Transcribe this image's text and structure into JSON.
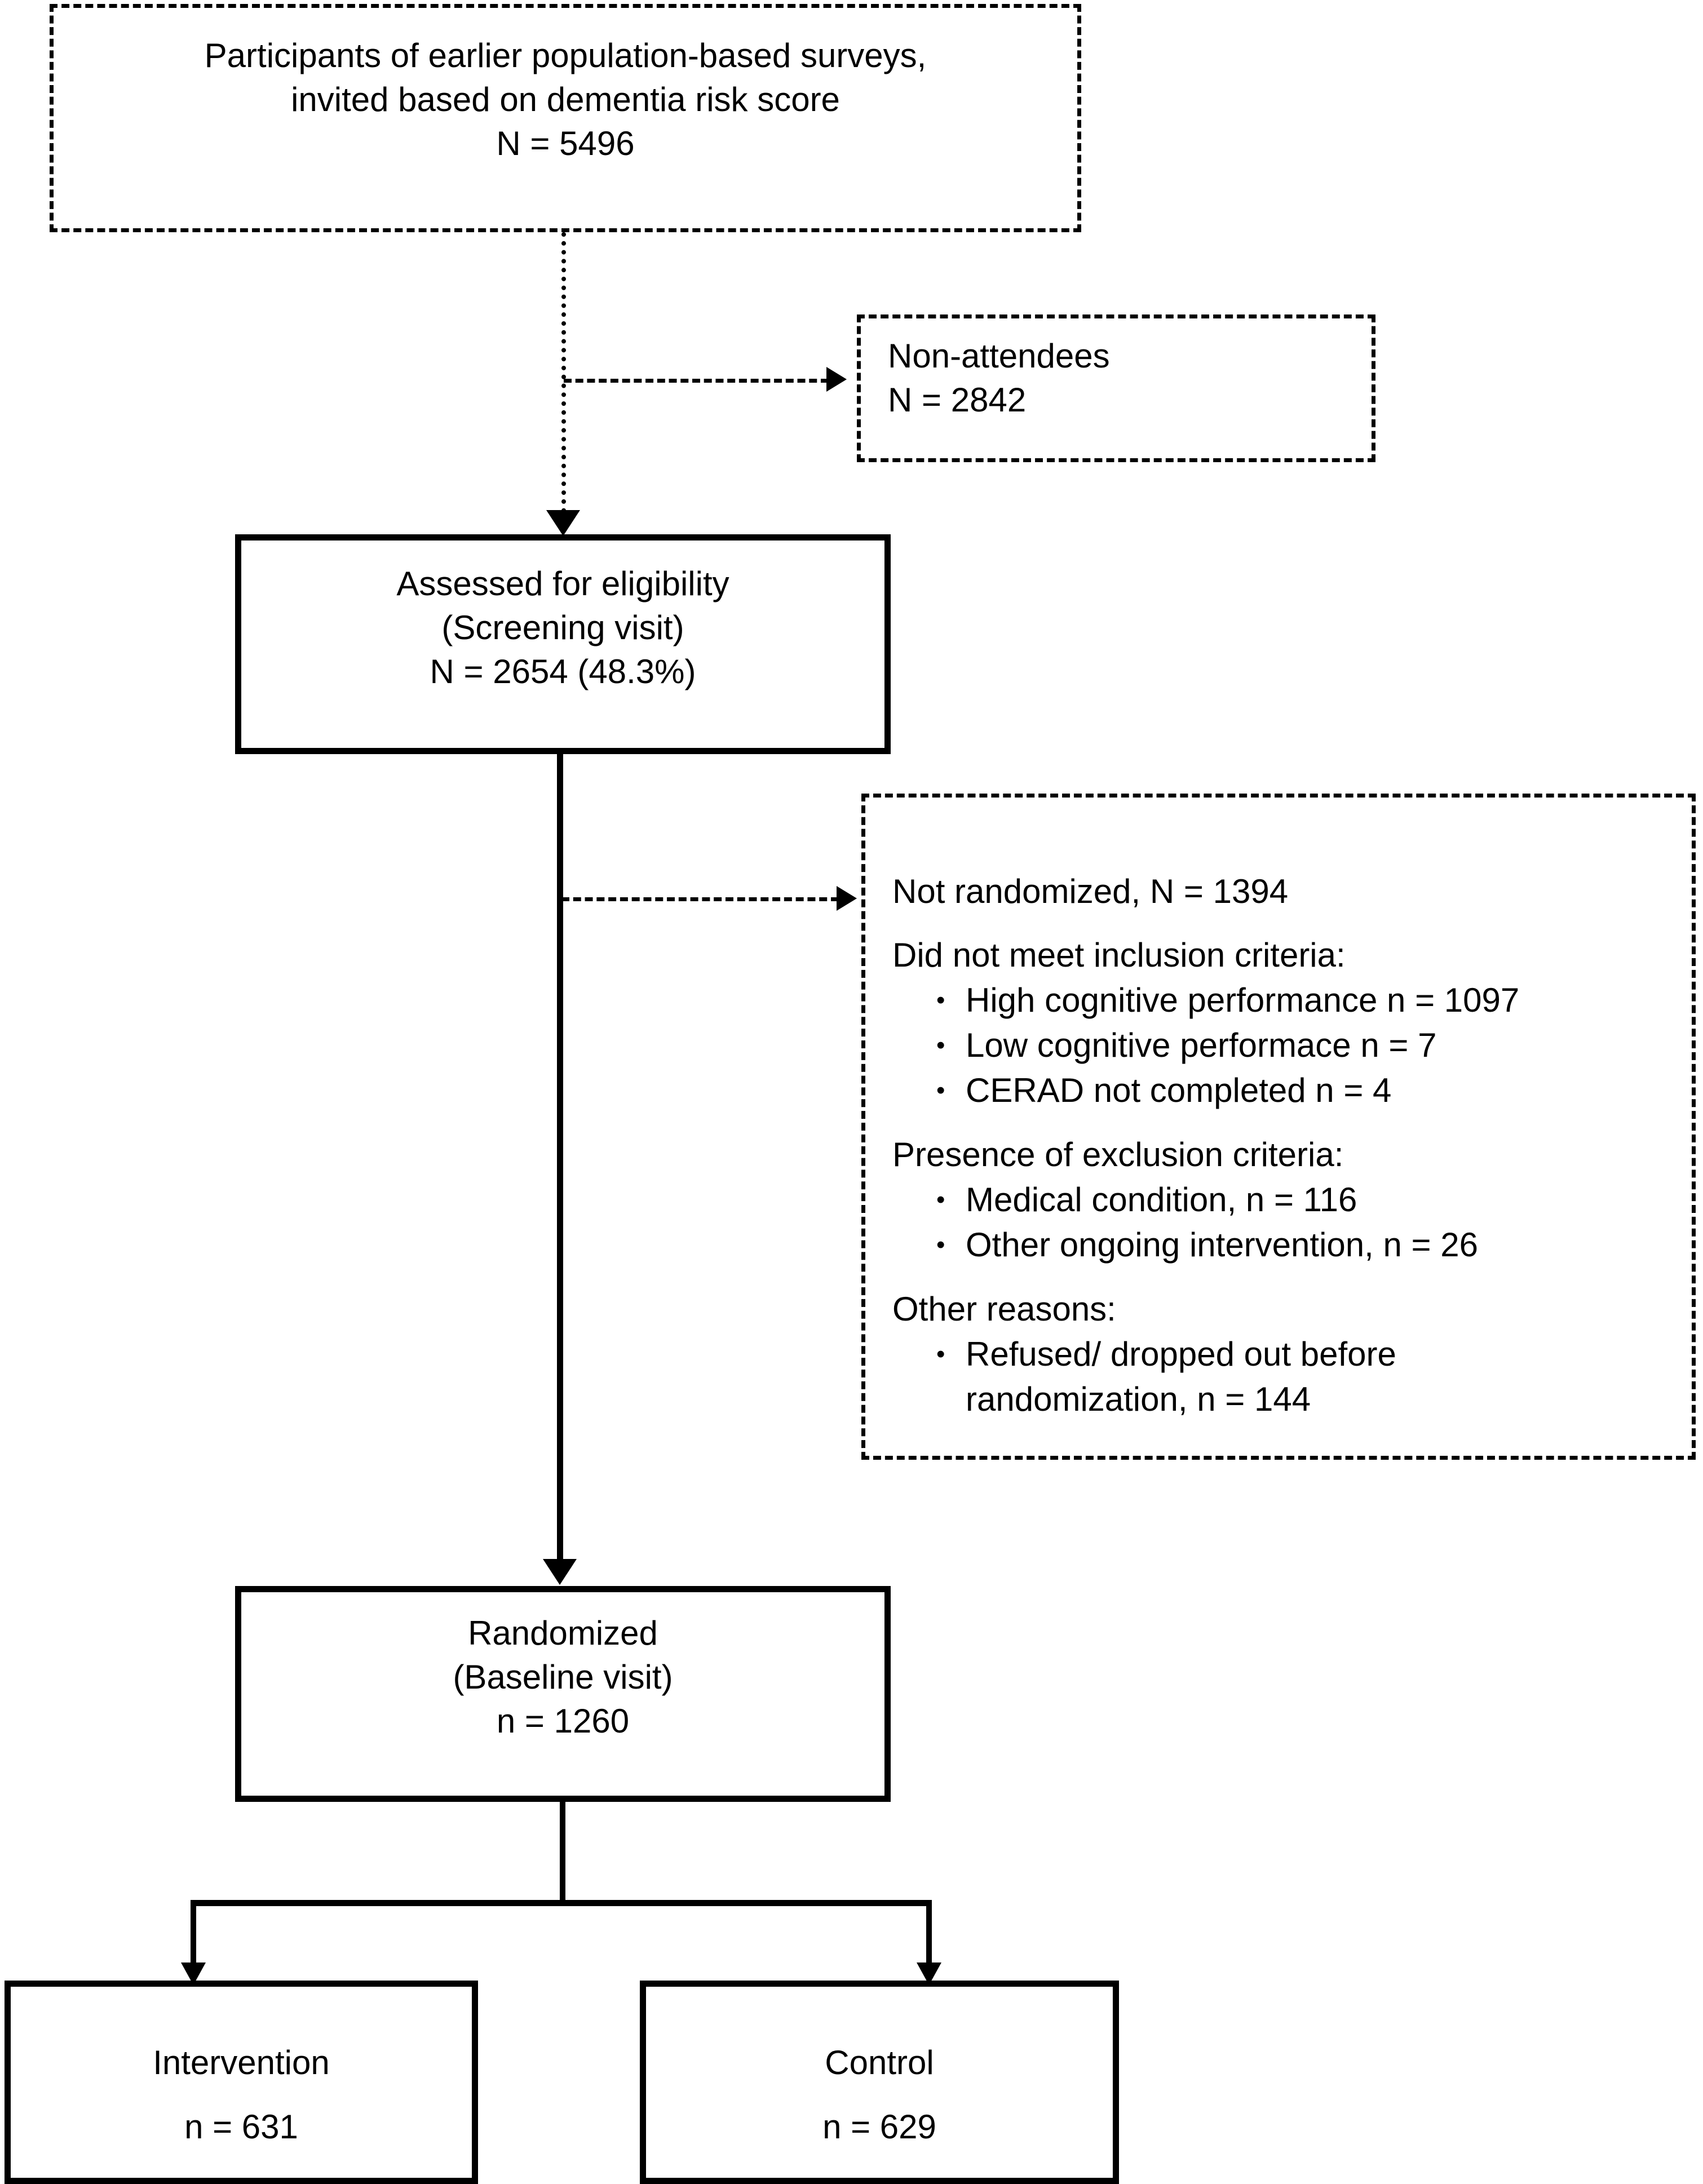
{
  "diagram": {
    "type": "consort-flow-diagram",
    "nodes": {
      "invited": {
        "lines": [
          "Participants of earlier population-based surveys,",
          "invited based on dementia risk score",
          "N = 5496"
        ]
      },
      "non_attendees": {
        "lines": [
          "Non-attendees",
          "N = 2842"
        ]
      },
      "assessed": {
        "lines": [
          "Assessed for eligibility",
          "(Screening visit)",
          "N = 2654 (48.3%)"
        ]
      },
      "not_randomized": {
        "title": "Not randomized, N = 1394",
        "groups": [
          {
            "header": "Did not meet inclusion criteria:",
            "items": [
              "High cognitive performance n = 1097",
              "Low cognitive performace n = 7",
              "CERAD not completed n = 4"
            ]
          },
          {
            "header": "Presence of exclusion criteria:",
            "items": [
              "Medical condition, n = 116",
              "Other ongoing intervention, n = 26"
            ]
          },
          {
            "header": "Other reasons:",
            "items": [
              "Refused/ dropped out before randomization, n = 144"
            ]
          }
        ],
        "bullet": "•"
      },
      "randomized": {
        "lines": [
          "Randomized",
          "(Baseline visit)",
          "n = 1260"
        ]
      },
      "intervention": {
        "lines": [
          "Intervention",
          "n = 631"
        ]
      },
      "control": {
        "lines": [
          "Control",
          "n = 629"
        ]
      }
    },
    "colors": {
      "ink": "#000000",
      "paper": "#ffffff"
    }
  }
}
